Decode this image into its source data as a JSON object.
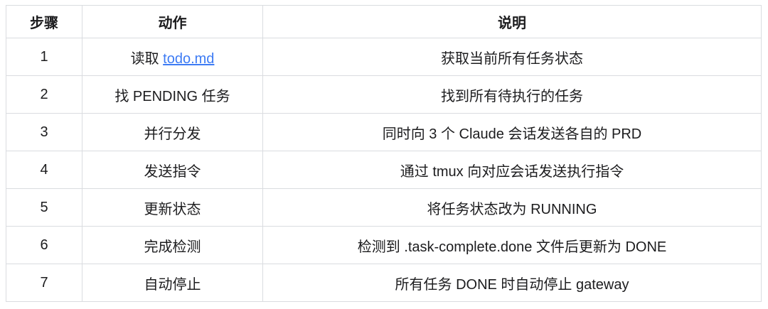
{
  "table": {
    "columns": [
      {
        "key": "step",
        "label": "步骤"
      },
      {
        "key": "action",
        "label": "动作"
      },
      {
        "key": "description",
        "label": "说明"
      }
    ],
    "rows": [
      {
        "step": "1",
        "action_prefix": "读取 ",
        "action_link": "todo.md",
        "description": "获取当前所有任务状态"
      },
      {
        "step": "2",
        "action": "找 PENDING 任务",
        "description": "找到所有待执行的任务"
      },
      {
        "step": "3",
        "action": "并行分发",
        "description": "同时向 3 个 Claude 会话发送各自的 PRD"
      },
      {
        "step": "4",
        "action": "发送指令",
        "description": "通过 tmux 向对应会话发送执行指令"
      },
      {
        "step": "5",
        "action": "更新状态",
        "description": "将任务状态改为 RUNNING"
      },
      {
        "step": "6",
        "action": "完成检测",
        "description": "检测到 .task-complete.done 文件后更新为 DONE"
      },
      {
        "step": "7",
        "action": "自动停止",
        "description": "所有任务 DONE 时自动停止 gateway"
      }
    ]
  },
  "colors": {
    "link": "#3d7bf4",
    "border": "#dadce0",
    "text": "#1c1c1e",
    "background": "#ffffff"
  }
}
